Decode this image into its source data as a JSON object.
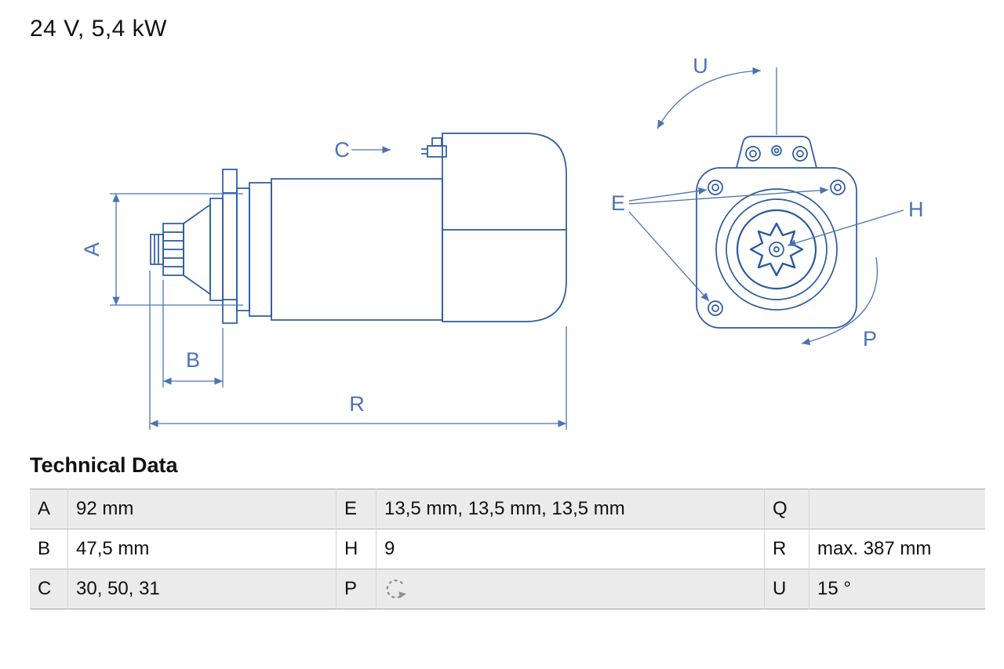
{
  "title": "24 V, 5,4 kW",
  "colors": {
    "part_line": "#2a5a9f",
    "dim_line": "#4a73b4",
    "label": "#4a73b4",
    "row_alt": "#ebebeb"
  },
  "diagram": {
    "labels": {
      "A": "A",
      "B": "B",
      "C": "C",
      "R": "R",
      "U": "U",
      "E": "E",
      "H": "H",
      "P": "P"
    }
  },
  "table": {
    "heading": "Technical Data",
    "rows": [
      {
        "c1k": "A",
        "c1v": "92 mm",
        "c2k": "E",
        "c2v": "13,5 mm, 13,5 mm, 13,5 mm",
        "c3k": "Q",
        "c3v": ""
      },
      {
        "c1k": "B",
        "c1v": "47,5 mm",
        "c2k": "H",
        "c2v": "9",
        "c3k": "R",
        "c3v": "max. 387 mm"
      },
      {
        "c1k": "C",
        "c1v": "30, 50, 31",
        "c2k": "P",
        "c2v": "",
        "c3k": "U",
        "c3v": "15 °"
      }
    ]
  }
}
